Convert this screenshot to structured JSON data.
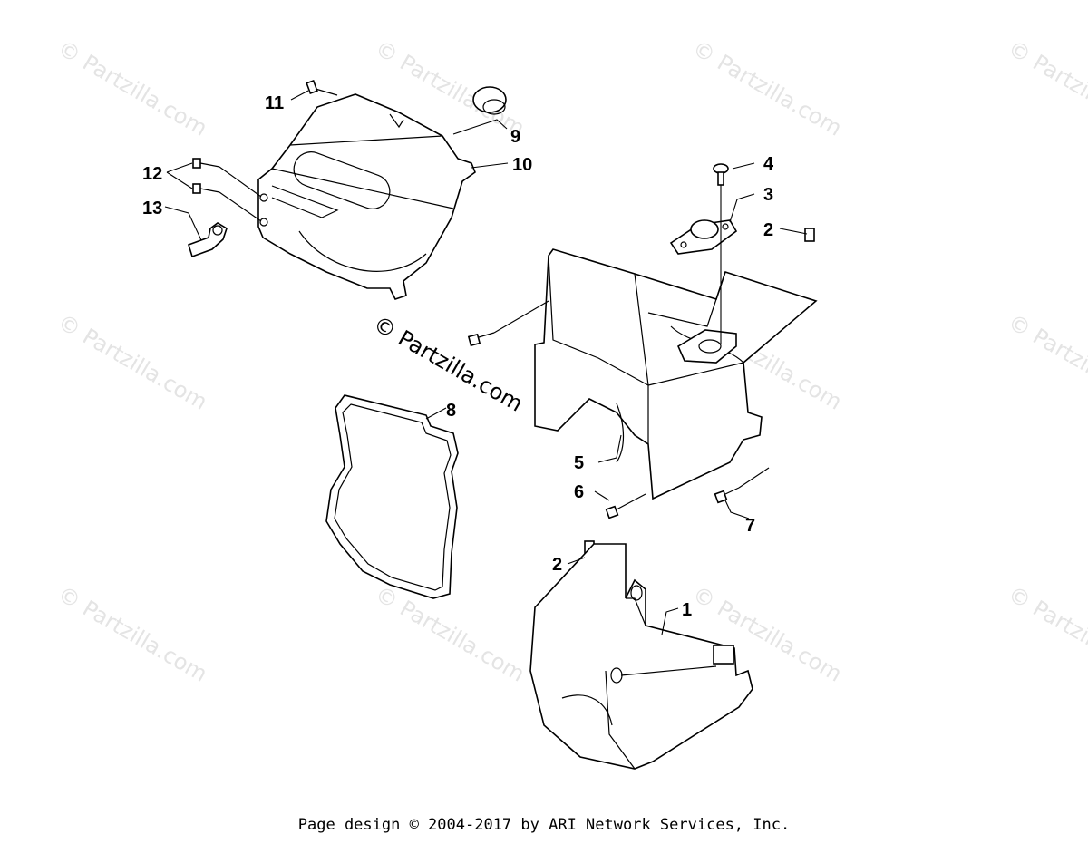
{
  "diagram": {
    "callouts": [
      {
        "id": "1",
        "label": "1"
      },
      {
        "id": "2a",
        "label": "2"
      },
      {
        "id": "2b",
        "label": "2"
      },
      {
        "id": "3",
        "label": "3"
      },
      {
        "id": "4",
        "label": "4"
      },
      {
        "id": "5",
        "label": "5"
      },
      {
        "id": "6",
        "label": "6"
      },
      {
        "id": "7",
        "label": "7"
      },
      {
        "id": "8",
        "label": "8"
      },
      {
        "id": "9",
        "label": "9"
      },
      {
        "id": "10",
        "label": "10"
      },
      {
        "id": "11",
        "label": "11"
      },
      {
        "id": "12",
        "label": "12"
      },
      {
        "id": "13",
        "label": "13"
      }
    ],
    "watermark_text": "© Partzilla.com",
    "watermark_main": "© Partzilla.com"
  },
  "footer": {
    "text": "Page design © 2004-2017 by ARI Network Services, Inc."
  }
}
